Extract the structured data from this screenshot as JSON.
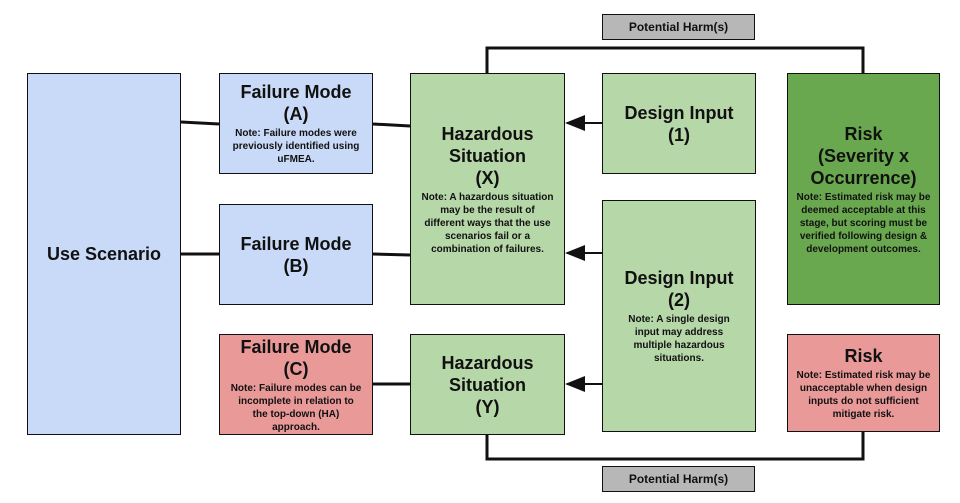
{
  "nodes": {
    "use_scenario": {
      "title": "Use Scenario"
    },
    "fm_a": {
      "title": "Failure Mode",
      "sub": "(A)",
      "note": "Note: Failure modes were previously identified using uFMEA."
    },
    "fm_b": {
      "title": "Failure Mode",
      "sub": "(B)"
    },
    "fm_c": {
      "title": "Failure Mode",
      "sub": "(C)",
      "note": "Note: Failure modes can be incomplete in relation to the top-down (HA) approach."
    },
    "hs_x": {
      "title": "Hazardous",
      "title2": "Situation",
      "sub": "(X)",
      "note": "Note: A hazardous situation may be the result of different ways that the use scenarios fail or a combination of failures."
    },
    "hs_y": {
      "title": "Hazardous",
      "title2": "Situation",
      "sub": "(Y)"
    },
    "di_1": {
      "title": "Design Input",
      "sub": "(1)"
    },
    "di_2": {
      "title": "Design Input",
      "sub": "(2)",
      "note": "Note: A single design input may address multiple hazardous situations."
    },
    "risk_1": {
      "title": "Risk",
      "title2": "(Severity x",
      "sub": "Occurrence)",
      "note": "Note: Estimated risk may be deemed acceptable at this stage, but scoring must be verified following design & development outcomes."
    },
    "risk_2": {
      "title": "Risk",
      "note": "Note: Estimated risk may be unacceptable when design inputs do not sufficient mitigate risk."
    }
  },
  "harm_top": "Potential Harm(s)",
  "harm_bottom": "Potential Harm(s)",
  "colors": {
    "use_scenario": "#c9daf8",
    "failure_mode": "#c9daf8",
    "failure_mode_incomplete": "#ea9999",
    "hazardous_situation": "#b6d7a8",
    "design_input": "#b6d7a8",
    "risk_acceptable": "#6aa84f",
    "risk_unacceptable": "#ea9999",
    "potential_harm": "#b7b7b7"
  }
}
